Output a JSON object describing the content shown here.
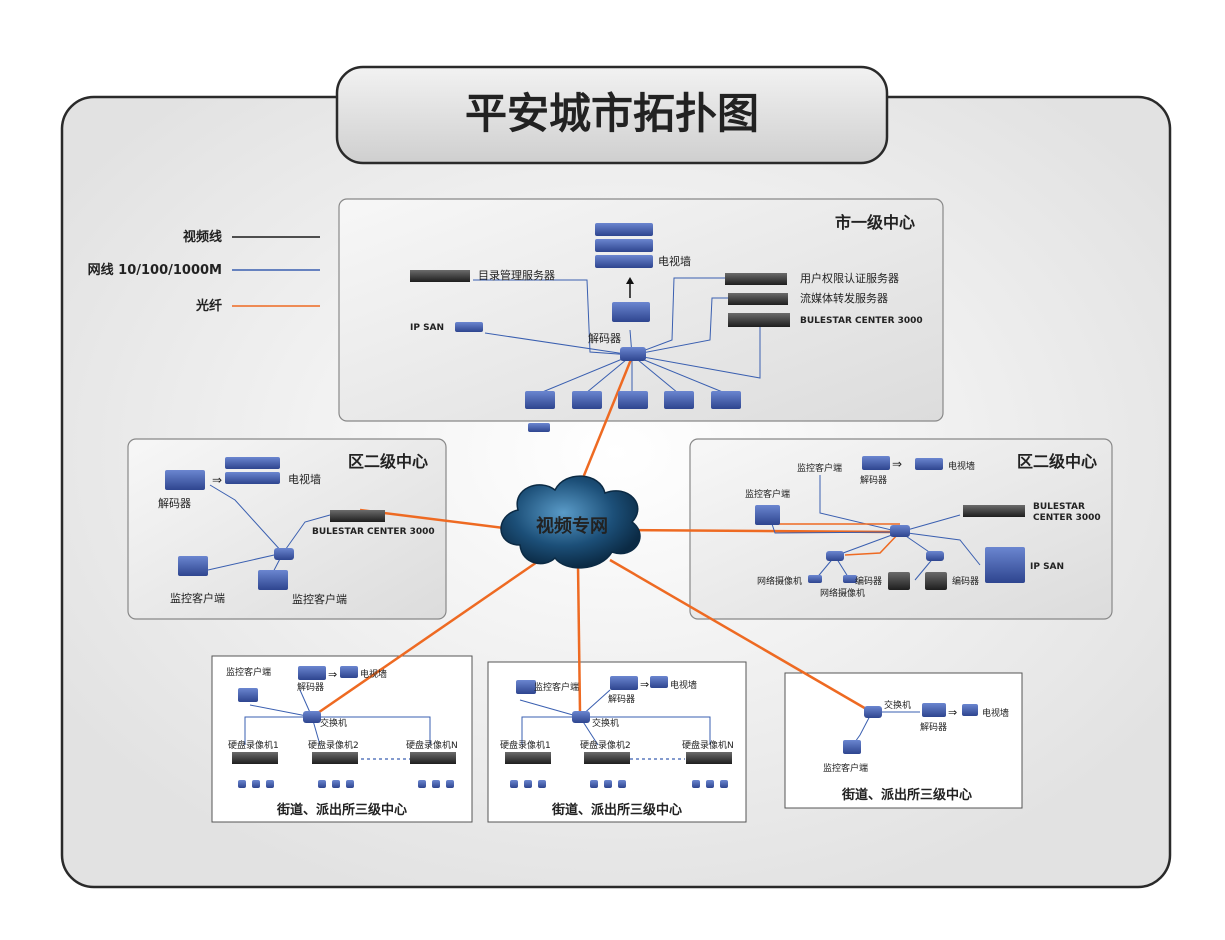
{
  "title": "平安城市拓扑图",
  "legend": [
    {
      "label": "视频线",
      "color": "#1a1a1a"
    },
    {
      "label": "网线 10/100/1000M",
      "color": "#3a5fb0"
    },
    {
      "label": "光纤",
      "color": "#ee6a22"
    }
  ],
  "cloud_label": "视频专网",
  "city_center": {
    "title": "市一级中心",
    "tv_wall": "电视墙",
    "directory_server": "目录管理服务器",
    "auth_server": "用户权限认证服务器",
    "stream_server": "流媒体转发服务器",
    "bulestar": "BULESTAR CENTER 3000",
    "ip_san": "IP SAN",
    "decoder": "解码器"
  },
  "district_left": {
    "title": "区二级中心",
    "tv_wall": "电视墙",
    "decoder": "解码器",
    "bulestar": "BULESTAR CENTER 3000",
    "client_a": "监控客户端",
    "client_b": "监控客户端"
  },
  "district_right": {
    "title": "区二级中心",
    "client_a": "监控客户端",
    "client_b": "监控客户端",
    "decoder": "解码器",
    "tv_wall": "电视墙",
    "bulestar_1": "BULESTAR",
    "bulestar_2": "CENTER 3000",
    "ip_san": "IP SAN",
    "net_camera_a": "网络摄像机",
    "net_camera_b": "网络摄像机",
    "encoder_a": "编码器",
    "encoder_b": "编码器"
  },
  "street_1": {
    "title": "街道、派出所三级中心",
    "client": "监控客户端",
    "decoder": "解码器",
    "tv_wall": "电视墙",
    "switch": "交换机",
    "dvr_1": "硬盘录像机1",
    "dvr_2": "硬盘录像机2",
    "dvr_n": "硬盘录像机N"
  },
  "street_2": {
    "title": "街道、派出所三级中心",
    "client": "监控客户端",
    "decoder": "解码器",
    "tv_wall": "电视墙",
    "switch": "交换机",
    "dvr_1": "硬盘录像机1",
    "dvr_2": "硬盘录像机2",
    "dvr_n": "硬盘录像机N"
  },
  "street_3": {
    "title": "街道、派出所三级中心",
    "switch": "交换机",
    "decoder": "解码器",
    "tv_wall": "电视墙",
    "client": "监控客户端"
  },
  "colors": {
    "fiber": "#ee6a22",
    "network": "#3a5fb0",
    "video": "#1a1a1a",
    "device": "#3d57a8"
  }
}
